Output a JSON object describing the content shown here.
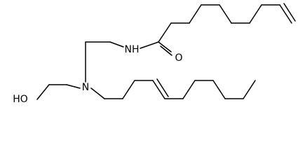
{
  "molecule": {
    "atoms": {
      "hydroxyl": "HO",
      "amine_nitrogen": "N",
      "amide_nitrogen": "NH",
      "carbonyl_oxygen": "O"
    }
  },
  "colors": {
    "bond": "#000000",
    "text": "#000000",
    "background": "#ffffff"
  }
}
